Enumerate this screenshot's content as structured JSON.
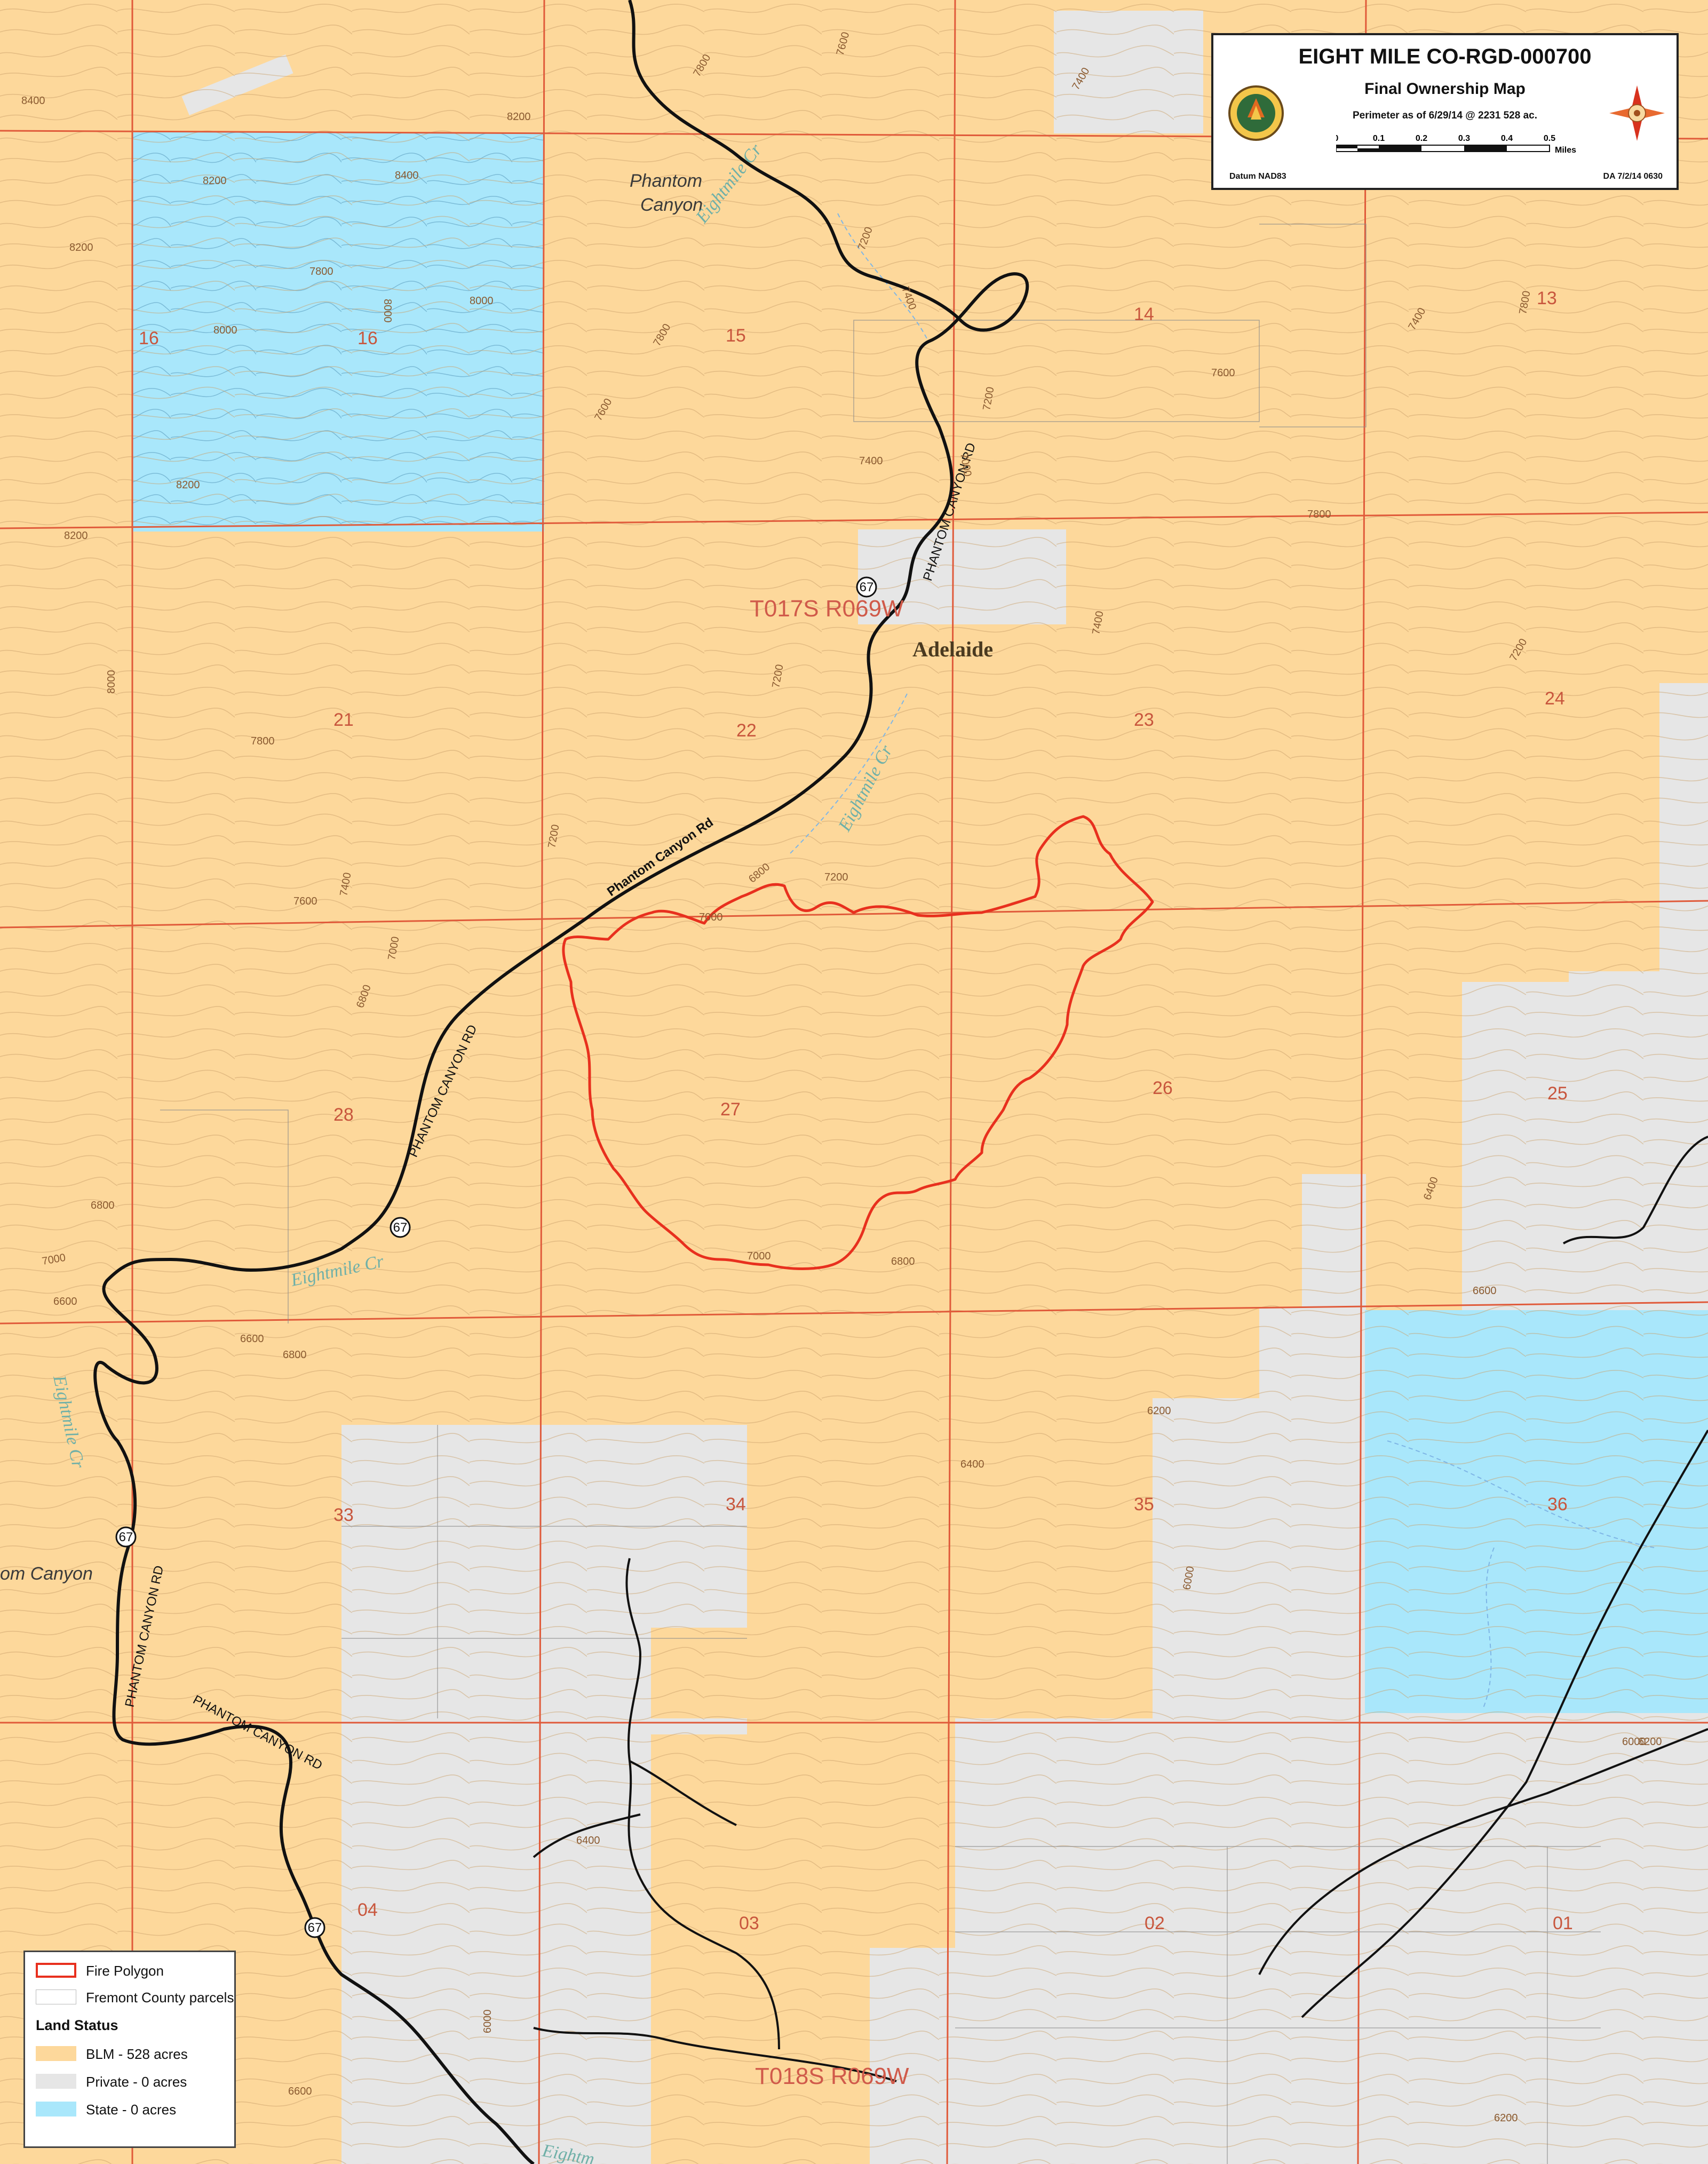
{
  "title": {
    "name": "EIGHT MILE CO-RGD-000700",
    "subtitle": "Final Ownership Map",
    "perimeter": "Perimeter as of 6/29/14 @ 2231 528 ac.",
    "scale_ticks": [
      "0",
      "0.1",
      "0.2",
      "0.3",
      "0.4",
      "0.5"
    ],
    "scale_unit": "Miles",
    "datum": "Datum NAD83",
    "date": "DA 7/2/14 0630",
    "logo_icon": "agency-seal-icon",
    "north_icon": "north-arrow-compass-icon"
  },
  "legend": {
    "fire_polygon": "Fire Polygon",
    "parcels": "Fremont County parcels",
    "land_status": "Land Status",
    "blm": "BLM - 528 acres",
    "private": "Private - 0 acres",
    "state": "State - 0 acres"
  },
  "colors": {
    "blm": "#fdd89b",
    "private": "#e6e6e6",
    "state": "#a9e7fb",
    "fire": "#e8301e",
    "section_line": "#e05a3a",
    "road": "#111111",
    "contour": "#c9a06a"
  },
  "sections": [
    {
      "id": "s16a",
      "label": "16"
    },
    {
      "id": "s16b",
      "label": "16"
    },
    {
      "id": "s15",
      "label": "15"
    },
    {
      "id": "s14",
      "label": "14"
    },
    {
      "id": "s13",
      "label": "13"
    },
    {
      "id": "s21",
      "label": "21"
    },
    {
      "id": "s22",
      "label": "22"
    },
    {
      "id": "s23",
      "label": "23"
    },
    {
      "id": "s24",
      "label": "24"
    },
    {
      "id": "s28",
      "label": "28"
    },
    {
      "id": "s27",
      "label": "27"
    },
    {
      "id": "s26",
      "label": "26"
    },
    {
      "id": "s25",
      "label": "25"
    },
    {
      "id": "s33",
      "label": "33"
    },
    {
      "id": "s34",
      "label": "34"
    },
    {
      "id": "s35",
      "label": "35"
    },
    {
      "id": "s36",
      "label": "36"
    },
    {
      "id": "s04",
      "label": "04"
    },
    {
      "id": "s03",
      "label": "03"
    },
    {
      "id": "s02",
      "label": "02"
    },
    {
      "id": "s01",
      "label": "01"
    }
  ],
  "townships": {
    "t17": "T017S R069W",
    "t18": "T018S R069W"
  },
  "places": {
    "adelaide": "Adelaide",
    "phantom_canyon_1": "Phantom",
    "phantom_canyon_2": "Canyon",
    "phantom_canyon_left": "om Canyon"
  },
  "roads": {
    "r1": "PHANTOM CANYON RD",
    "r2": "Phantom Canyon Rd",
    "r3": "PHANTOM CANYON RD",
    "r4": "PHANTOM CANYON RD",
    "r5": "PHANTOM CANYON RD",
    "shield": "67"
  },
  "creeks": {
    "c1": "Eightmile Cr",
    "c2": "Eightmile Cr",
    "c3": "Eightmile Cr",
    "c4": "Eightmile Cr",
    "c5": "Eightm"
  },
  "contour_labels": [
    "8400",
    "8200",
    "7800",
    "7600",
    "7400",
    "8200",
    "8000",
    "7800",
    "8000",
    "8400",
    "8200",
    "8000",
    "8200",
    "7200",
    "7400",
    "7800",
    "7600",
    "7400",
    "7200",
    "7000",
    "7600",
    "7800",
    "7400",
    "7200",
    "8200",
    "7800",
    "7400",
    "7200",
    "7000",
    "6800",
    "8000",
    "7800",
    "7600",
    "7400",
    "7200",
    "7000",
    "6800",
    "7000",
    "6800",
    "6600",
    "7200",
    "7000",
    "6800",
    "6600",
    "6400",
    "6200",
    "6800",
    "6600",
    "6400",
    "6000",
    "6200",
    "6000",
    "6400",
    "6600",
    "6000",
    "6200"
  ]
}
